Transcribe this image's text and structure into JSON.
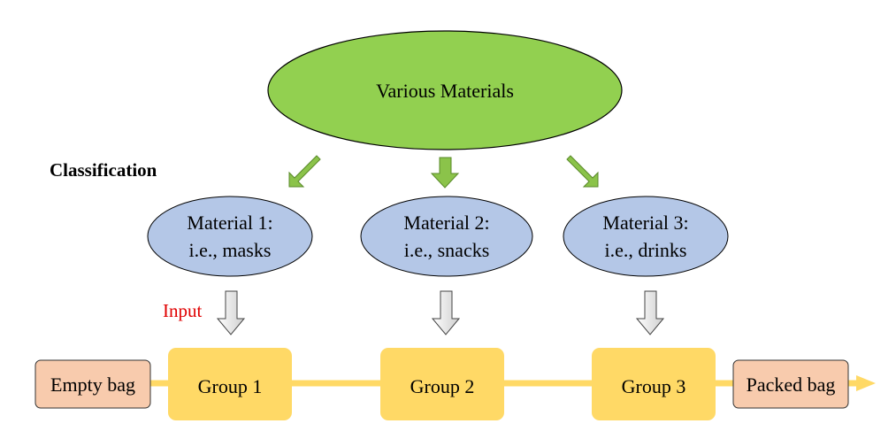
{
  "top_node": {
    "label": "Various Materials",
    "fill": "#92d050"
  },
  "classification_label": "Classification",
  "input_label": "Input",
  "materials": [
    {
      "line1": "Material 1:",
      "line2": "i.e., masks"
    },
    {
      "line1": "Material 2:",
      "line2": "i.e., snacks"
    },
    {
      "line1": "Material 3:",
      "line2": "i.e., drinks"
    }
  ],
  "groups": [
    {
      "label": "Group 1"
    },
    {
      "label": "Group 2"
    },
    {
      "label": "Group 3"
    }
  ],
  "start_node": {
    "label": "Empty bag"
  },
  "end_node": {
    "label": "Packed bag"
  },
  "colors": {
    "top_fill": "#92d050",
    "material_fill": "#b4c7e7",
    "group_fill": "#ffd966",
    "bag_fill": "#f8cbad",
    "conveyor": "#ffd966",
    "green_arrow": "#8bc34a",
    "input_text": "#e00000"
  }
}
